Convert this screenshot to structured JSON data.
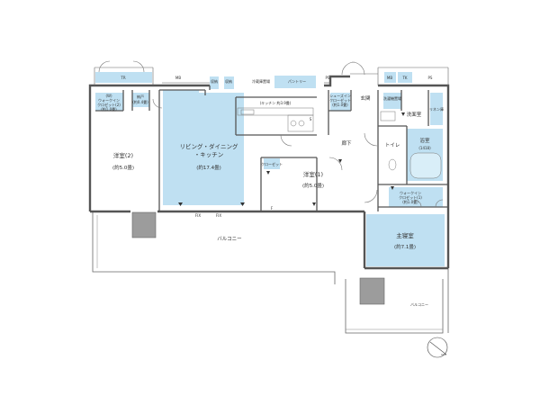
{
  "rooms": {
    "ldk": {
      "name": "リビング・ダイニング",
      "name2": "・キッチン",
      "area": "(約17.4畳)"
    },
    "western2": {
      "name": "洋室(2)",
      "area": "(約5.0畳)"
    },
    "western1": {
      "name": "洋室(1)",
      "area": "(約5.0畳)"
    },
    "master": {
      "name": "主寝室",
      "area": "(約7.1畳)"
    },
    "kitchen": {
      "name": "(キッチン 約3.9畳)"
    },
    "bath": {
      "name": "浴室",
      "size": "(1418)"
    },
    "toilet": {
      "name": "トイレ"
    },
    "washroom": {
      "name": "洗面室"
    },
    "entrance": {
      "name": "玄関"
    },
    "hall": {
      "name": "廊下"
    }
  },
  "storage": {
    "wic2_a": "(W)",
    "wic2_b": "ウォークイン",
    "wic2_c": "クロゼット(2)",
    "wic2_d": "(約1.0畳)",
    "closet": "納戸",
    "closet_area": "(約0.4畳)",
    "shoes_a": "シューズイン",
    "shoes_b": "クローゼット",
    "shoes_c": "(約1.0畳)",
    "wic1_a": "ウォークイン",
    "wic1_b": "クロゼット(1)",
    "wic1_c": "(約1.0畳)",
    "clo": "クローゼット",
    "wash_store": "洗濯機置場",
    "linen": "リネン庫",
    "pantry": "パントリー",
    "fridge": "冷蔵庫置場",
    "shelf1": "収納",
    "shelf2": "収納"
  },
  "balcony": {
    "main": "バルコニー",
    "side": "バルコニー"
  },
  "symbols": {
    "mb": "MB",
    "ps": "PS",
    "tr": "TR",
    "mb2": "MB",
    "tk": "TK",
    "ps2": "PS",
    "fix1": "FIX",
    "fix2": "FIX",
    "f": "F",
    "s": "S"
  },
  "colors": {
    "highlight": "#bfe0f2",
    "wall": "#555555",
    "column": "#9c9c9c"
  }
}
